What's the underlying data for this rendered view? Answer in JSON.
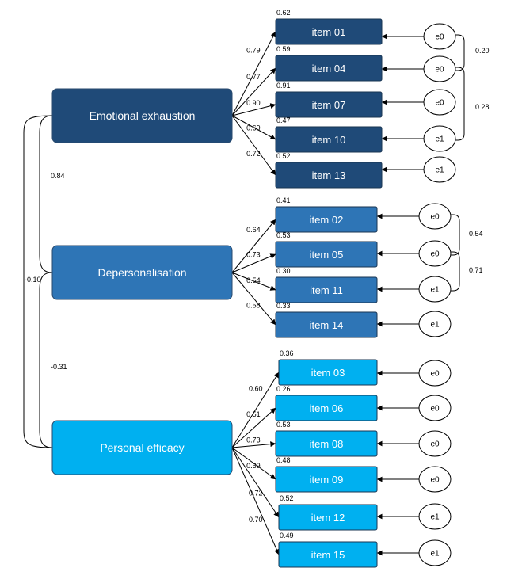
{
  "colors": {
    "emotional": "#1F4A78",
    "depersonalisation": "#2E75B6",
    "efficacy": "#00B0F0",
    "line": "#000000",
    "error_fill": "#ffffff"
  },
  "factors": [
    {
      "id": "ee",
      "label": "Emotional exhaustion",
      "color_key": "emotional"
    },
    {
      "id": "dp",
      "label": "Depersonalisation",
      "color_key": "depersonalisation"
    },
    {
      "id": "pe",
      "label": "Personal efficacy",
      "color_key": "efficacy"
    }
  ],
  "items": [
    {
      "label": "item 01",
      "factor": "ee",
      "loading": "0.79",
      "r2": "0.62",
      "error": "e0"
    },
    {
      "label": "item 04",
      "factor": "ee",
      "loading": "0.77",
      "r2": "0.59",
      "error": "e0"
    },
    {
      "label": "item 07",
      "factor": "ee",
      "loading": "0.90",
      "r2": "0.91",
      "error": "e0"
    },
    {
      "label": "item 10",
      "factor": "ee",
      "loading": "0.69",
      "r2": "0.47",
      "error": "e1"
    },
    {
      "label": "item 13",
      "factor": "ee",
      "loading": "0.72",
      "r2": "0.52",
      "error": "e1"
    },
    {
      "label": "item 02",
      "factor": "dp",
      "loading": "0.64",
      "r2": "0.41",
      "error": "e0"
    },
    {
      "label": "item 05",
      "factor": "dp",
      "loading": "0.73",
      "r2": "0.53",
      "error": "e0"
    },
    {
      "label": "item 11",
      "factor": "dp",
      "loading": "0.54",
      "r2": "0.30",
      "error": "e1"
    },
    {
      "label": "item 14",
      "factor": "dp",
      "loading": "0.58",
      "r2": "0.33",
      "error": "e1"
    },
    {
      "label": "item 03",
      "factor": "pe",
      "loading": "0.60",
      "r2": "0.36",
      "error": "e0"
    },
    {
      "label": "item 06",
      "factor": "pe",
      "loading": "0.51",
      "r2": "0.26",
      "error": "e0"
    },
    {
      "label": "item 08",
      "factor": "pe",
      "loading": "0.73",
      "r2": "0.53",
      "error": "e0"
    },
    {
      "label": "item 09",
      "factor": "pe",
      "loading": "0.69",
      "r2": "0.48",
      "error": "e0"
    },
    {
      "label": "item 12",
      "factor": "pe",
      "loading": "0.72",
      "r2": "0.52",
      "error": "e1"
    },
    {
      "label": "item 15",
      "factor": "pe",
      "loading": "0.70",
      "r2": "0.49",
      "error": "e1"
    }
  ],
  "factor_covariances": [
    {
      "from": "ee",
      "to": "dp",
      "value": "0.84"
    },
    {
      "from": "dp",
      "to": "pe",
      "value": "-0.31"
    },
    {
      "from": "ee",
      "to": "pe",
      "value": "-0.10"
    }
  ],
  "error_covariances": [
    {
      "from": "item 01",
      "to": "item 04",
      "value": "0.20"
    },
    {
      "from": "item 04",
      "to": "item 10",
      "value": "0.28"
    },
    {
      "from": "item 02",
      "to": "item 05",
      "value": "0.54"
    },
    {
      "from": "item 05",
      "to": "item 11",
      "value": "0.71"
    }
  ]
}
